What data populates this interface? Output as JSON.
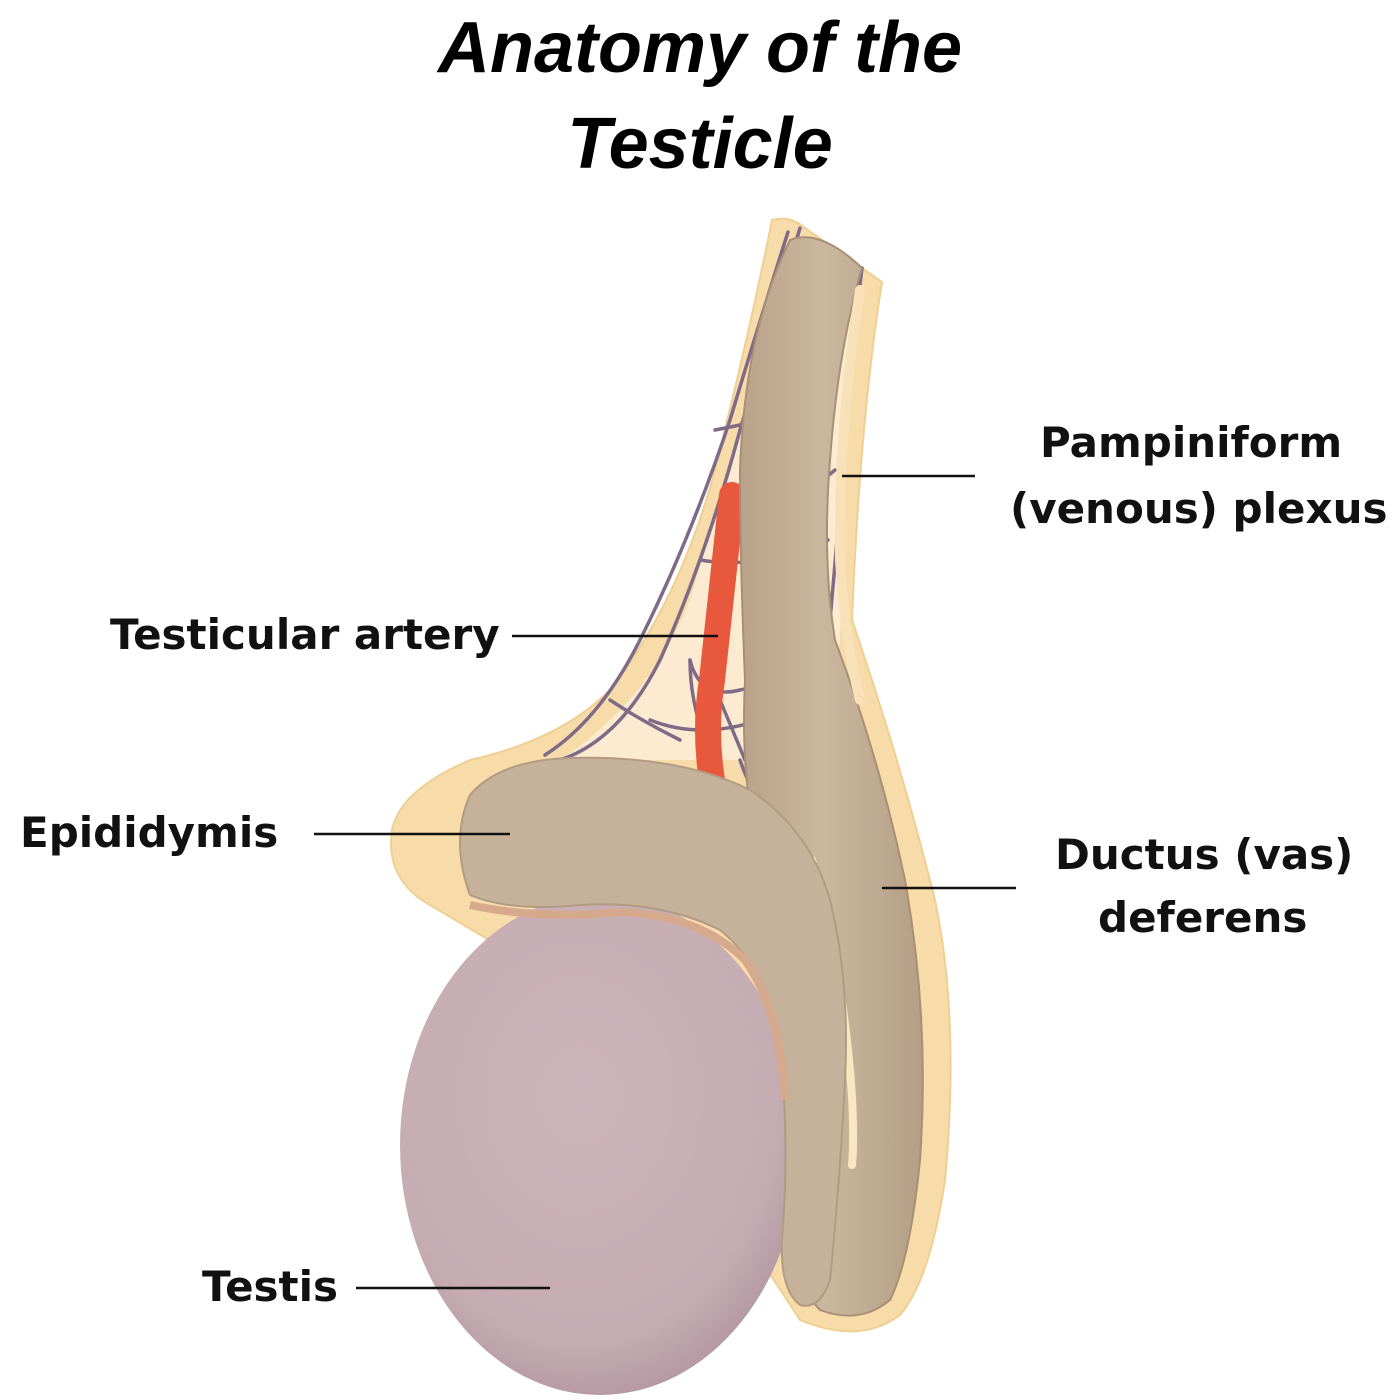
{
  "title": {
    "line1": "Anatomy of the",
    "line2": "Testicle"
  },
  "labels": {
    "pampiniform_line1": "Pampiniform",
    "pampiniform_line2": "(venous) plexus",
    "testicular_artery": "Testicular artery",
    "epididymis": "Epididymis",
    "ductus_line1": "Ductus (vas)",
    "ductus_line2": "deferens",
    "testis": "Testis"
  },
  "colors": {
    "tunic": "#f7dba8",
    "tunic_inner": "#fcebd0",
    "cord": "#c0ab92",
    "cord_light": "#d3c1a9",
    "epididymis": "#c6b29b",
    "testis": "#c8aeb5",
    "artery": "#e8583d",
    "vein": "#7f6a87",
    "leader": "#111111"
  }
}
